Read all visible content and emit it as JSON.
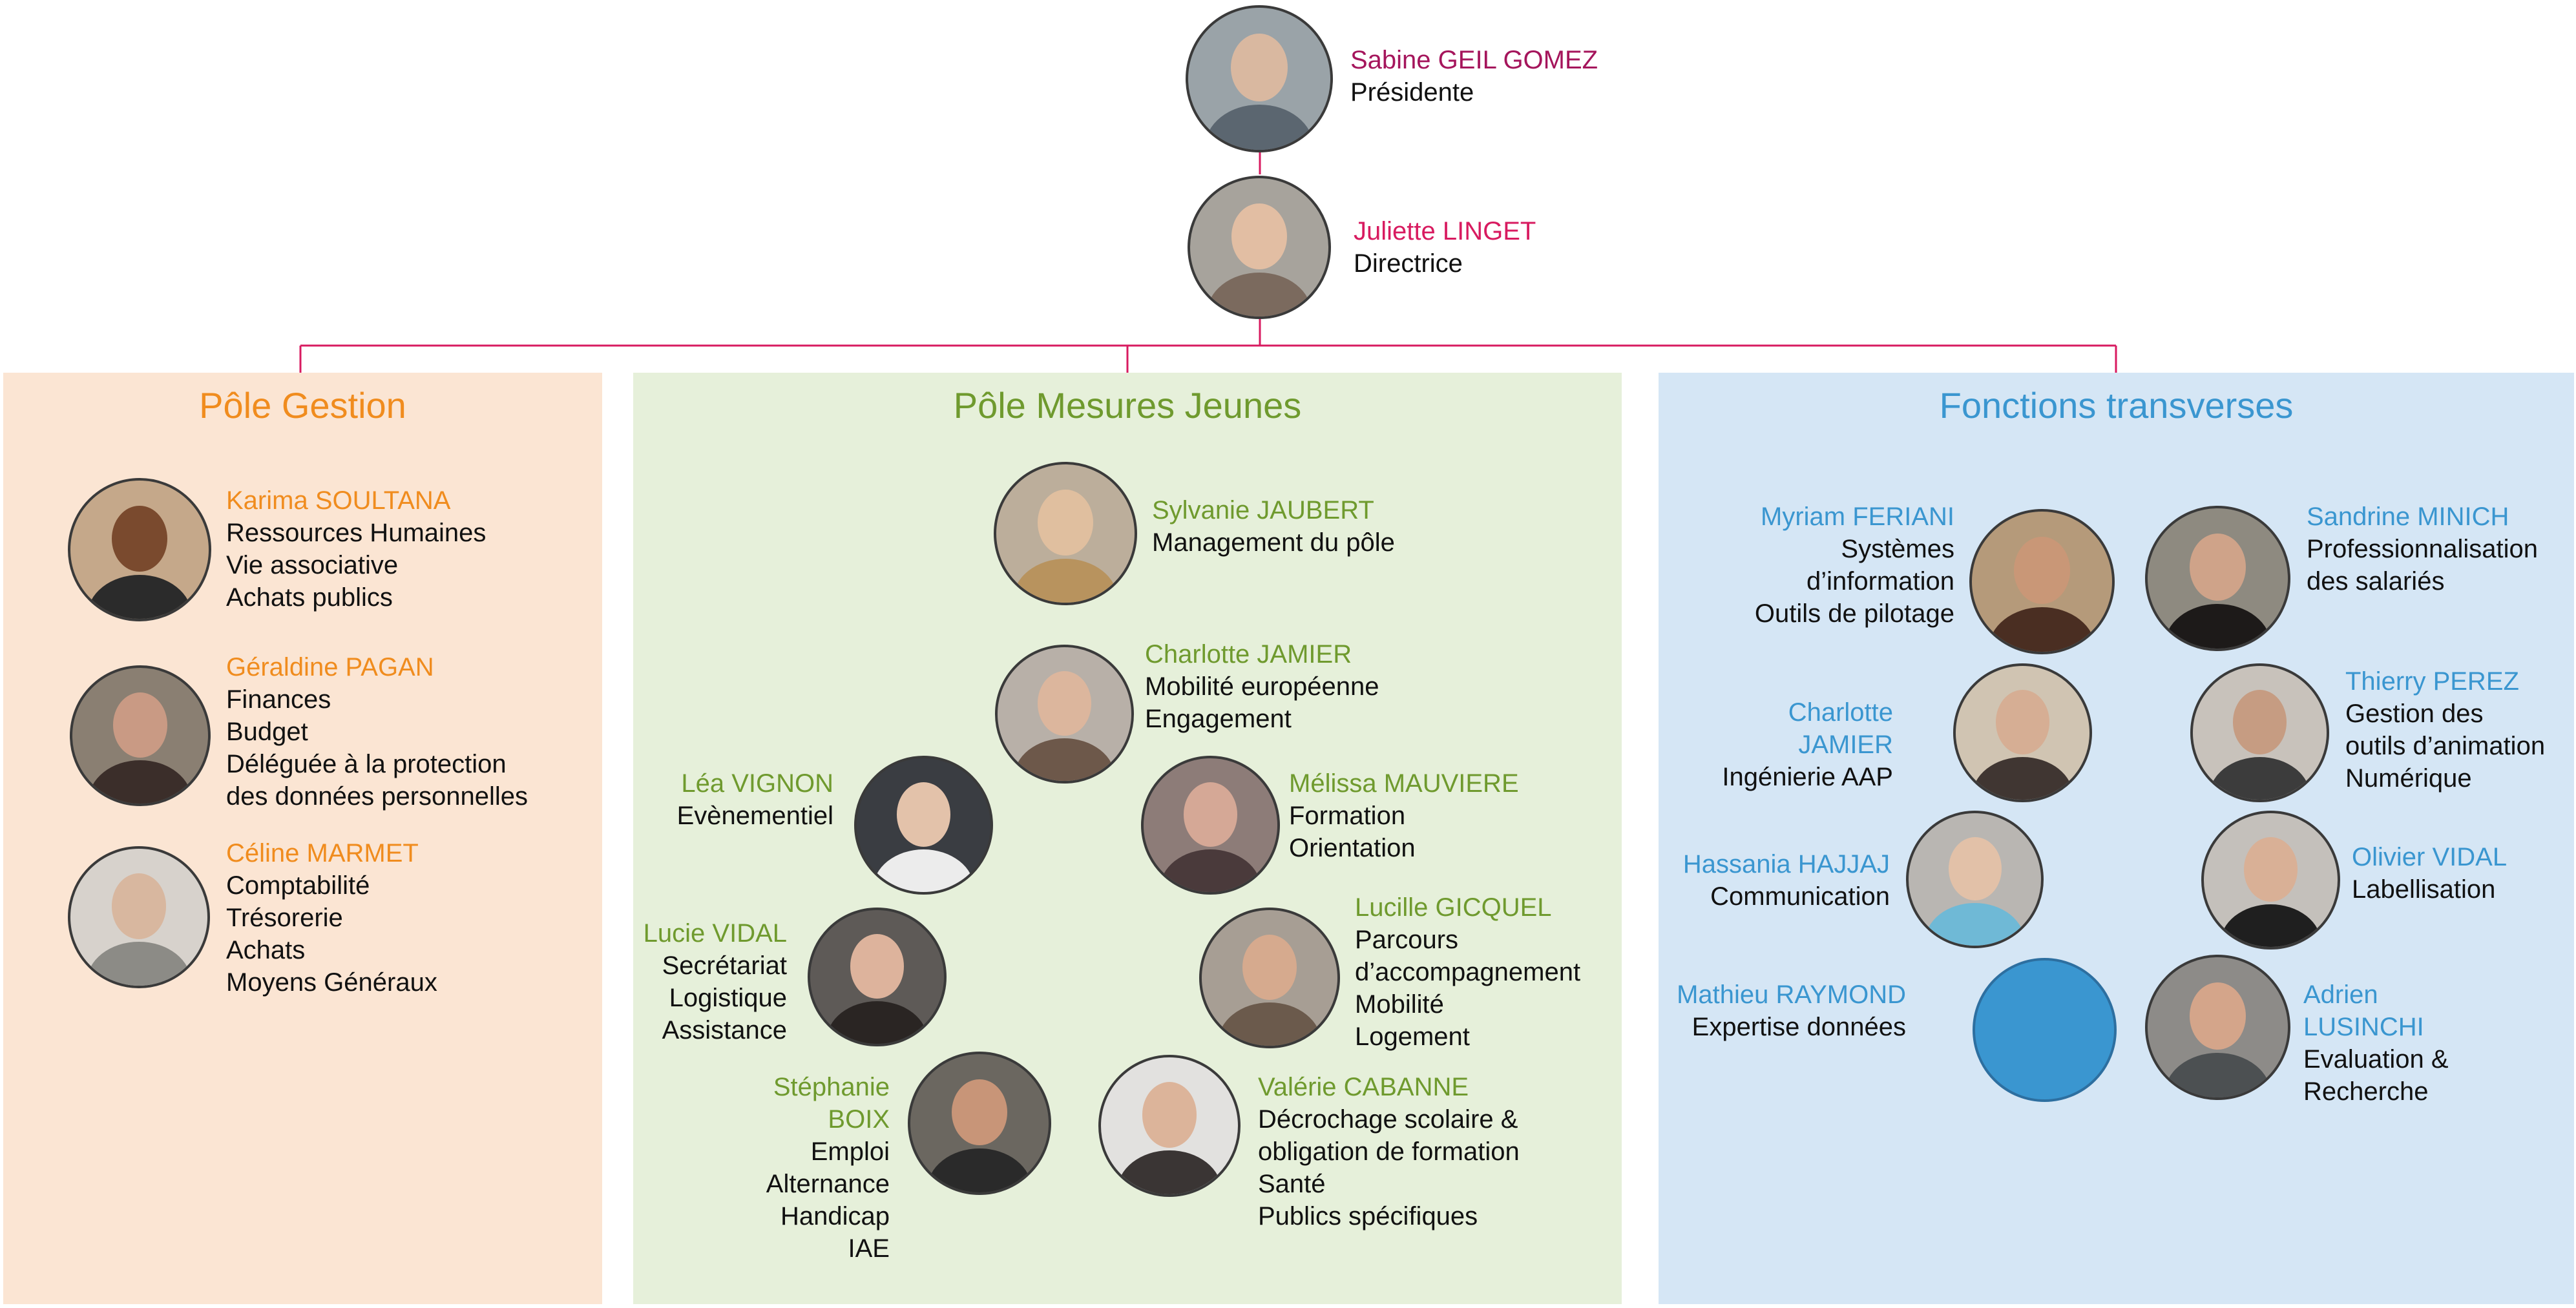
{
  "colors": {
    "board": "#a5155c",
    "director": "#d81b60",
    "connector": "#d81b60",
    "gestion": "#f08c1e",
    "gestion_bg": "#fbe5d3",
    "jeunes": "#6f9a2e",
    "jeunes_bg": "#e6f0da",
    "transverses": "#3a96d0",
    "transverses_bg": "#d5e6f5"
  },
  "top": {
    "president": {
      "name": "Sabine GEIL GOMEZ",
      "lines": [
        "Présidente"
      ]
    },
    "director": {
      "name": "Juliette LINGET",
      "lines": [
        "Directrice"
      ]
    }
  },
  "gestion": {
    "title": "Pôle Gestion",
    "people": [
      {
        "name": "Karima SOULTANA",
        "lines": [
          "Ressources Humaines",
          "Vie associative",
          "Achats publics"
        ]
      },
      {
        "name": "Géraldine PAGAN",
        "lines": [
          "Finances",
          "Budget",
          "Déléguée à la protection",
          "des données personnelles"
        ]
      },
      {
        "name": "Céline MARMET",
        "lines": [
          "Comptabilité",
          "Trésorerie",
          "Achats",
          "Moyens Généraux"
        ]
      }
    ]
  },
  "jeunes": {
    "title": "Pôle Mesures Jeunes",
    "people": [
      {
        "name": "Sylvanie JAUBERT",
        "lines": [
          "Management du pôle"
        ]
      },
      {
        "name": "Charlotte JAMIER",
        "lines": [
          "Mobilité européenne",
          "Engagement"
        ]
      },
      {
        "name": "Léa VIGNON",
        "lines": [
          "Evènementiel"
        ]
      },
      {
        "name": "Mélissa MAUVIERE",
        "lines": [
          "Formation",
          "Orientation"
        ]
      },
      {
        "name": "Lucie VIDAL",
        "lines": [
          "Secrétariat",
          "Logistique",
          "Assistance"
        ]
      },
      {
        "name": "Lucille GICQUEL",
        "lines": [
          "Parcours",
          "d’accompagnement",
          "Mobilité",
          "Logement"
        ]
      },
      {
        "name": "Stéphanie BOIX",
        "name_lines": [
          "Stéphanie",
          "BOIX"
        ],
        "lines": [
          "Emploi",
          "Alternance",
          "Handicap",
          "IAE"
        ]
      },
      {
        "name": "Valérie CABANNE",
        "lines": [
          "Décrochage scolaire &",
          "obligation de formation",
          "Santé",
          "Publics spécifiques"
        ]
      }
    ]
  },
  "transverses": {
    "title": "Fonctions transverses",
    "people": [
      {
        "name": "Myriam FERIANI",
        "lines": [
          "Systèmes",
          "d’information",
          "Outils de pilotage"
        ]
      },
      {
        "name": "Sandrine MINICH",
        "lines": [
          "Professionnalisation",
          "des salariés"
        ]
      },
      {
        "name": "Charlotte JAMIER",
        "name_lines": [
          "Charlotte",
          "JAMIER"
        ],
        "lines": [
          "Ingénierie AAP"
        ]
      },
      {
        "name": "Thierry PEREZ",
        "lines": [
          "Gestion des",
          "outils d’animation",
          "Numérique"
        ]
      },
      {
        "name": "Hassania HAJJAJ",
        "lines": [
          "Communication"
        ]
      },
      {
        "name": "Olivier VIDAL",
        "lines": [
          "Labellisation"
        ]
      },
      {
        "name": "Mathieu RAYMOND",
        "lines": [
          "Expertise données"
        ]
      },
      {
        "name": "Adrien LUSINCHI",
        "name_lines": [
          "Adrien",
          "LUSINCHI"
        ],
        "lines": [
          "Evaluation &",
          "Recherche"
        ]
      }
    ]
  }
}
